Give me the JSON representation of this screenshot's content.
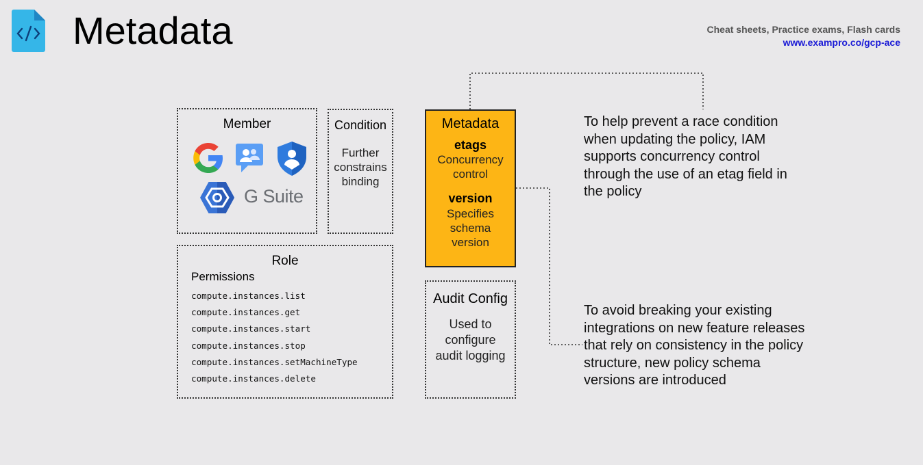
{
  "header": {
    "title": "Metadata",
    "promo_line1": "Cheat sheets, Practice exams, Flash cards",
    "promo_line2": "www.exampro.co/gcp-ace",
    "file_icon": "code-file-icon"
  },
  "member": {
    "title": "Member",
    "icons": [
      "google-logo-icon",
      "google-group-icon",
      "service-account-shield-icon",
      "cloud-identity-hexagon-icon"
    ],
    "gsuite_label": "G Suite"
  },
  "condition": {
    "title": "Condition",
    "body_lines": [
      "Further",
      "constrains",
      "binding"
    ]
  },
  "role": {
    "title": "Role",
    "permissions_heading": "Permissions",
    "permissions": [
      "compute.instances.list",
      "compute.instances.get",
      "compute.instances.start",
      "compute.instances.stop",
      "compute.instances.setMachineType",
      "compute.instances.delete"
    ]
  },
  "metadata": {
    "title": "Metadata",
    "etags_label": "etags",
    "etags_lines": [
      "Concurrency",
      "control"
    ],
    "version_label": "version",
    "version_lines": [
      "Specifies",
      "schema",
      "version"
    ],
    "color": "#fdb515"
  },
  "audit": {
    "title": "Audit Config",
    "body_lines": [
      "Used to",
      "configure",
      "audit logging"
    ]
  },
  "descriptions": {
    "etag_lines": [
      "To help prevent a race condition",
      "when updating the policy, IAM",
      "supports concurrency control",
      "through the use of an etag field in",
      "the policy"
    ],
    "version_lines": [
      "To avoid breaking your existing",
      "integrations on new feature releases",
      "that rely on consistency in the policy",
      "structure, new policy schema",
      "versions are introduced"
    ]
  }
}
